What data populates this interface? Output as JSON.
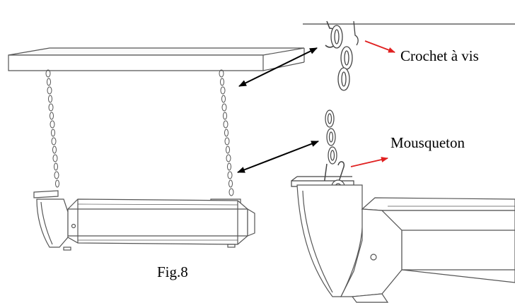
{
  "labels": {
    "hook": "Crochet à vis",
    "carabiner": "Mousqueton",
    "figure": "Fig.8"
  },
  "colors": {
    "line": "#444444",
    "pointer_arrow": "#e02020",
    "double_arrow": "#000000"
  }
}
